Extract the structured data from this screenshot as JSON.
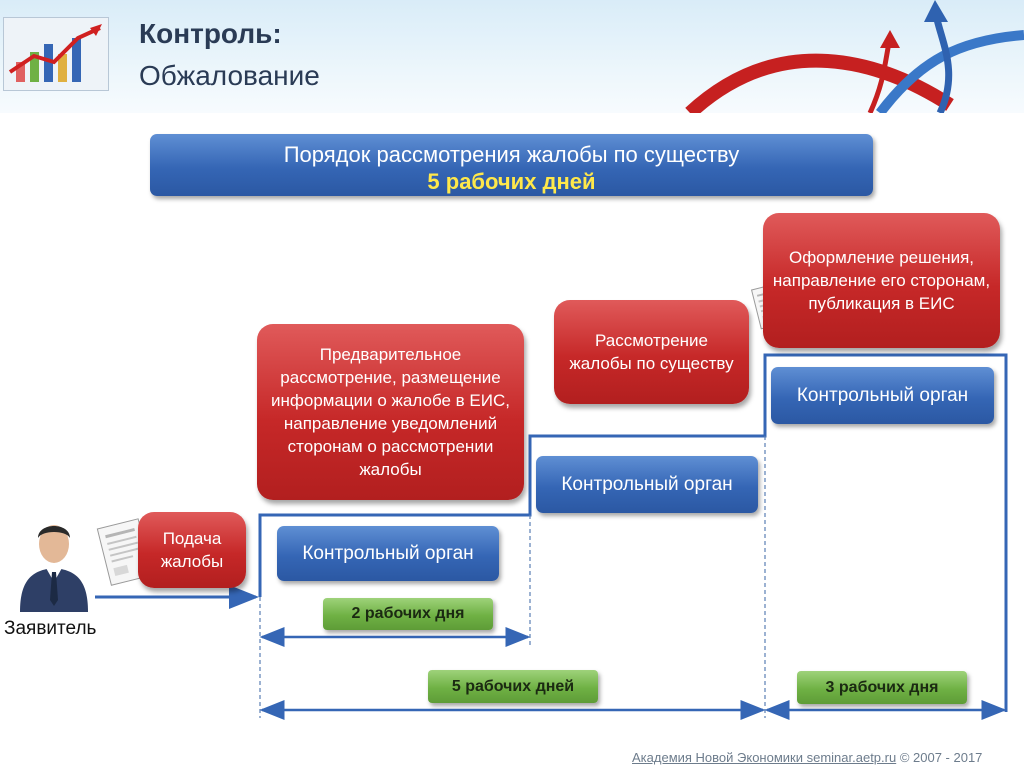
{
  "header": {
    "title": "Контроль:",
    "subtitle": "Обжалование"
  },
  "banner": {
    "line1": "Порядок рассмотрения жалобы по существу",
    "line2": "5 рабочих дней"
  },
  "stages": [
    {
      "label": "Подача жалобы"
    },
    {
      "label": "Предварительное рассмотрение, размещение информации о жалобе в ЕИС, направление уведомлений сторонам о рассмотрении жалобы"
    },
    {
      "label": "Рассмотрение жалобы по существу"
    },
    {
      "label": "Оформление решения, направление его сторонам, публикация в ЕИС"
    }
  ],
  "authority_label": "Контрольный орган",
  "durations": {
    "d1": "2 рабочих дня",
    "d2": "5 рабочих дней",
    "d3": "3 рабочих дня"
  },
  "applicant": "Заявитель",
  "footer": {
    "link_text": "Академия Новой Экономики seminar.aetp.ru",
    "copyright": " © 2007 - 2017"
  },
  "colors": {
    "red_box": "#c62828",
    "blue_box": "#3566b5",
    "green_box": "#6fb144",
    "banner_accent": "#ffe84a",
    "arrow_line": "#3566b5"
  }
}
